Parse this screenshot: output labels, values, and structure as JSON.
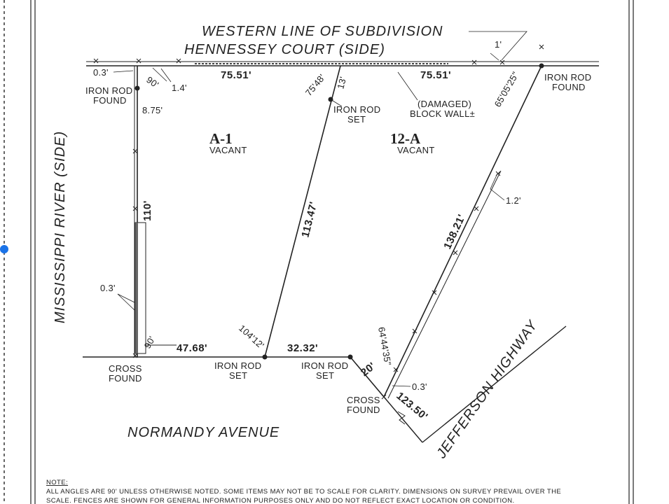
{
  "street_labels": {
    "western_line": "WESTERN LINE OF SUBDIVISION",
    "hennessey_court": "HENNESSEY  COURT  (SIDE)",
    "mississippi_river": "MISSISSIPPI RIVER (SIDE)",
    "normandy_avenue": "NORMANDY    AVENUE",
    "jefferson_highway": "JEFFERSON HIGHWAY"
  },
  "lots": [
    {
      "name": "A-1",
      "status": "VACANT"
    },
    {
      "name": "12-A",
      "status": "VACANT"
    }
  ],
  "dimensions": {
    "top_left": "75.51'",
    "top_right": "75.51'",
    "left_side": "110'",
    "bottom_left": "47.68'",
    "bottom_mid": "32.32'",
    "diag_a1": "113.47'",
    "diag_12a": "138.21'",
    "small_20": "20'",
    "jefferson": "123.50'",
    "offset_1ft": "1'",
    "offset_14": "1.4'",
    "offset_12": "1.2'",
    "offset_875": "8.75'",
    "offset_13": "13'",
    "offset_03_top": "0.3'",
    "offset_03_left": "0.3'",
    "offset_03_bottom": "0.3'"
  },
  "angles": {
    "a90_top": "90'",
    "a90_bottom": "90'",
    "a7548": "75'48'",
    "a650525": "65'05'25\"",
    "a10412": "104'12'",
    "a644435": "64'44'35\""
  },
  "monuments": {
    "iron_rod_found_left": [
      "IRON ROD",
      "FOUND"
    ],
    "iron_rod_found_right": [
      "IRON ROD",
      "FOUND"
    ],
    "iron_rod_set_top": [
      "IRON ROD",
      "SET"
    ],
    "iron_rod_set_bottom1": [
      "IRON ROD",
      "SET"
    ],
    "iron_rod_set_bottom2": [
      "IRON ROD",
      "SET"
    ],
    "cross_found_left": [
      "CROSS",
      "FOUND"
    ],
    "cross_found_right": [
      "CROSS",
      "FOUND"
    ],
    "block_wall": [
      "(DAMAGED)",
      "BLOCK WALL±"
    ]
  },
  "notes": {
    "heading": "NOTE:",
    "line1": "ALL ANGLES ARE 90' UNLESS OTHERWISE NOTED.  SOME ITEMS MAY NOT BE TO SCALE FOR CLARITY.  DIMENSIONS ON SURVEY PREVAIL OVER THE",
    "line2": "SCALE.  FENCES ARE SHOWN FOR GENERAL INFORMATION PURPOSES ONLY AND DO NOT REFLECT EXACT LOCATION OR CONDITION."
  },
  "colors": {
    "ink": "#222222",
    "handle": "#1a73e8"
  }
}
